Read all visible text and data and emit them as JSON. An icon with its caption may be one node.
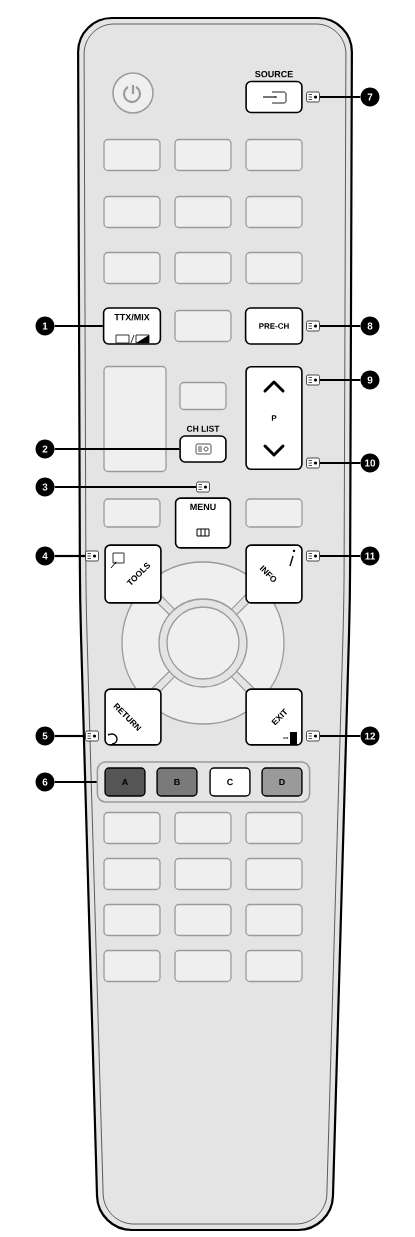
{
  "diagram": {
    "nodes": [
      {
        "text": [
          "SOURCE"
        ]
      },
      {
        "text": [],
        "shape": "box"
      },
      {
        "text": [
          "7"
        ]
      },
      {
        "text": [
          "1"
        ]
      },
      {
        "text": [
          "TTX/MIX"
        ]
      },
      {
        "text": [
          "PRE-CH"
        ]
      },
      {
        "text": [],
        "shape": "box"
      },
      {
        "text": [
          "8"
        ]
      },
      {
        "text": [
          "P"
        ]
      },
      {
        "text": [],
        "shape": "box"
      },
      {
        "text": [
          "9"
        ]
      },
      {
        "text": [
          "2"
        ]
      },
      {
        "text": [
          "CH LIST"
        ]
      },
      {
        "text": [],
        "shape": "box"
      },
      {
        "text": [
          "10"
        ]
      },
      {
        "text": [
          "3"
        ]
      },
      {
        "text": [],
        "shape": "box"
      },
      {
        "text": [
          "MENU"
        ]
      },
      {
        "text": [
          "4"
        ]
      },
      {
        "text": [],
        "shape": "box"
      },
      {
        "text": [
          "TOOLS"
        ]
      },
      {
        "text": [
          "INFO"
        ]
      },
      {
        "text": [],
        "shape": "box"
      },
      {
        "text": [
          "11"
        ]
      },
      {
        "text": [
          "5"
        ]
      },
      {
        "text": [],
        "shape": "box"
      },
      {
        "text": [
          "RETURN"
        ]
      },
      {
        "text": [
          "EXIT"
        ]
      },
      {
        "text": [],
        "shape": "box"
      },
      {
        "text": [
          "12"
        ]
      },
      {
        "text": [
          "6"
        ]
      },
      {
        "text": [],
        "shape": "box"
      },
      {
        "text": [
          "A"
        ],
        "in": 31
      },
      {
        "text": [
          "B"
        ],
        "in": 31
      },
      {
        "text": [
          "C"
        ],
        "in": 31
      },
      {
        "text": [
          "D"
        ],
        "in": 31
      }
    ],
    "edges": [
      {
        "from": 3,
        "to": 4,
        "arrow": "none"
      },
      {
        "from": 11,
        "to": 12,
        "arrow": "none"
      },
      {
        "from": 15,
        "to": 16,
        "arrow": "none"
      },
      {
        "from": 18,
        "to": 19,
        "arrow": "none"
      },
      {
        "from": 24,
        "to": 25,
        "arrow": "none"
      },
      {
        "from": 30,
        "to": 31,
        "arrow": "none"
      },
      {
        "from": 2,
        "to": 1,
        "arrow": "none"
      },
      {
        "from": 7,
        "to": 6,
        "arrow": "none"
      },
      {
        "from": 10,
        "to": 9,
        "arrow": "none"
      },
      {
        "from": 14,
        "to": 13,
        "arrow": "none"
      },
      {
        "from": 23,
        "to": 22,
        "arrow": "none"
      },
      {
        "from": 29,
        "to": 28,
        "arrow": "none"
      }
    ]
  }
}
